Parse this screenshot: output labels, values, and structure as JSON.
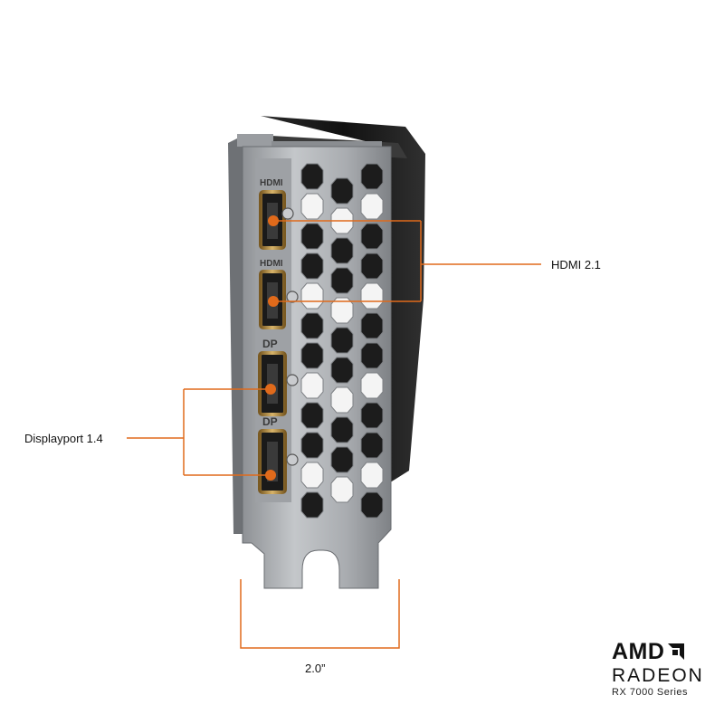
{
  "callouts": {
    "hdmi": "HDMI 2.1",
    "displayport": "Displayport 1.4",
    "bracket_width": "2.0”"
  },
  "port_labels": {
    "hdmi_top": "HDMI",
    "hdmi_bottom": "HDMI",
    "dp_top": "DP",
    "dp_bottom": "DP"
  },
  "brand": {
    "amd": "AMD",
    "radeon": "RADEON",
    "series": "RX 7000 Series"
  },
  "colors": {
    "accent": "#e06a1b",
    "bracket": "#a6a9ac",
    "shroud": "#1a1a1a",
    "port_gold": "#b08a3a"
  },
  "icons": [
    "amd-arrow-icon"
  ]
}
